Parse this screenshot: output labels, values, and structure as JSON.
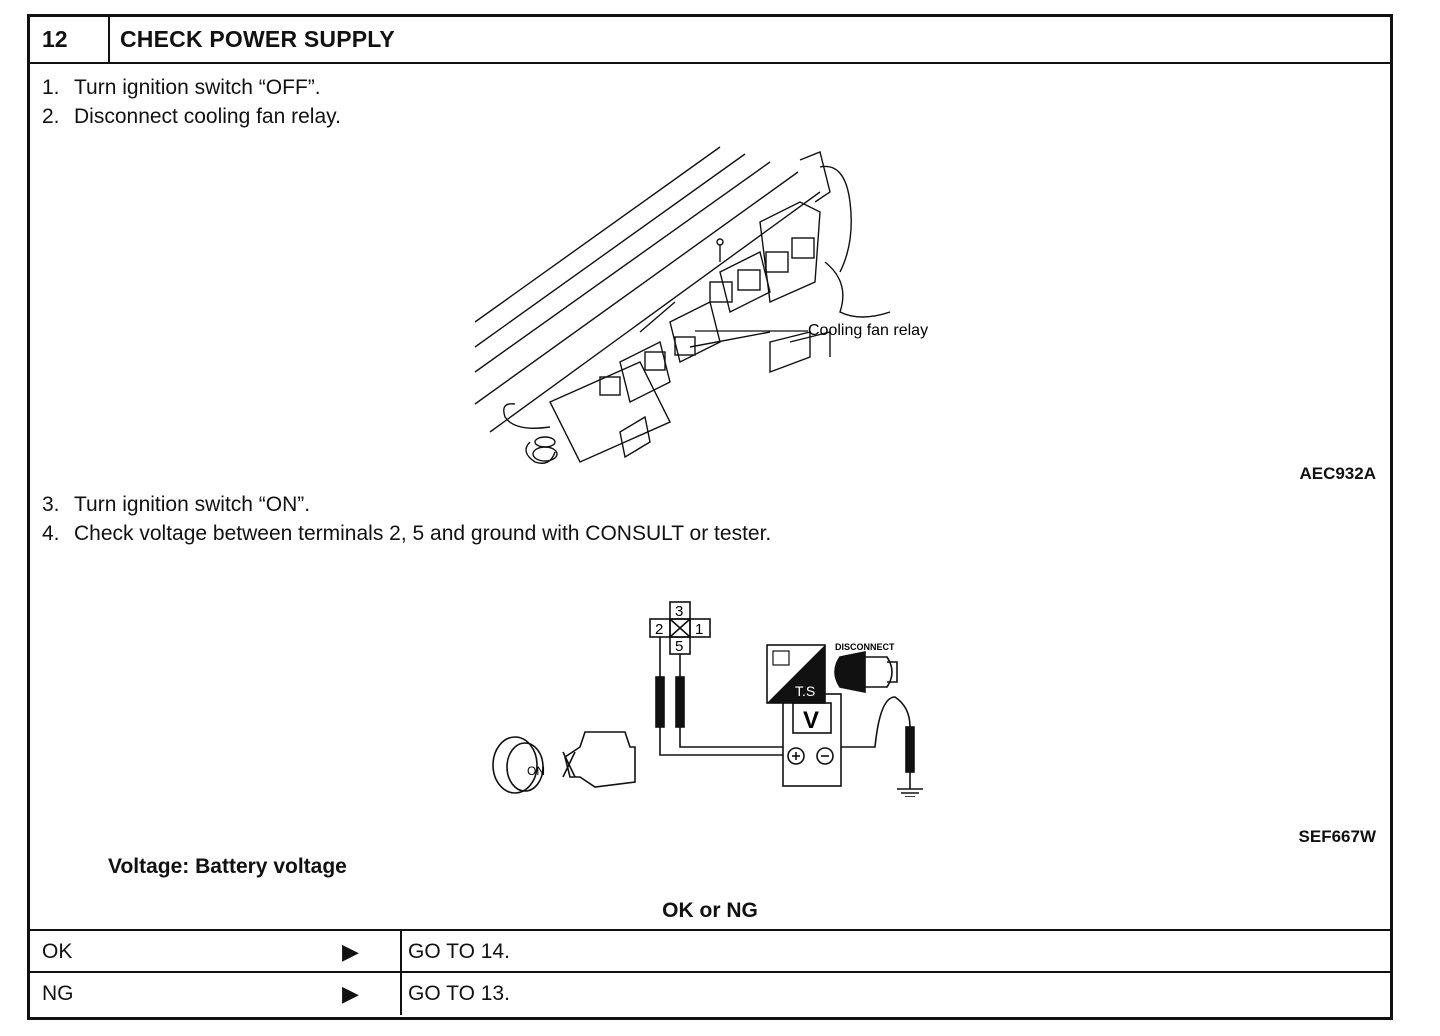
{
  "header": {
    "number": "12",
    "title": "CHECK POWER SUPPLY"
  },
  "steps": [
    {
      "num": "1.",
      "text": "Turn ignition switch “OFF”."
    },
    {
      "num": "2.",
      "text": "Disconnect cooling fan relay."
    },
    {
      "num": "3.",
      "text": "Turn ignition switch “ON”."
    },
    {
      "num": "4.",
      "text": "Check voltage between terminals 2, 5 and ground with CONSULT or tester."
    }
  ],
  "figure1": {
    "label": "Cooling fan relay",
    "id": "AEC932A"
  },
  "figure2": {
    "terminals": [
      "3",
      "2",
      "1",
      "5"
    ],
    "meter": "V",
    "disconnect": "DISCONNECT",
    "ts": "T.S",
    "key": "ON",
    "id": "SEF667W"
  },
  "spec": "Voltage: Battery voltage",
  "result_title": "OK or NG",
  "results": [
    {
      "label": "OK",
      "action": "GO TO 14."
    },
    {
      "label": "NG",
      "action": "GO TO 13."
    }
  ],
  "icons": [
    "arrow-right-icon",
    "ignition-key-icon",
    "engine-icon",
    "ground-icon",
    "tester-icon",
    "disconnect-icon"
  ]
}
